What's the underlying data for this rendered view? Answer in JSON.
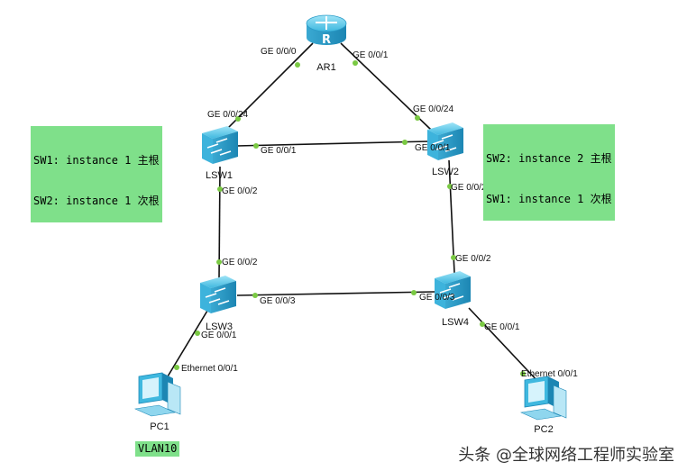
{
  "colors": {
    "link": "#111111",
    "port_dot": "#7ac943",
    "note_bg": "#7fe08a",
    "device_blue": "#4cc6e8"
  },
  "devices": {
    "ar1": {
      "name": "AR1",
      "icon": "router-icon"
    },
    "lsw1": {
      "name": "LSW1",
      "icon": "switch-icon"
    },
    "lsw2": {
      "name": "LSW2",
      "icon": "switch-icon"
    },
    "lsw3": {
      "name": "LSW3",
      "icon": "switch-icon"
    },
    "lsw4": {
      "name": "LSW4",
      "icon": "switch-icon"
    },
    "pc1": {
      "name": "PC1",
      "icon": "pc-icon"
    },
    "pc2": {
      "name": "PC2",
      "icon": "pc-icon"
    }
  },
  "links": [
    {
      "id": "ar1-lsw1",
      "a_port": "GE 0/0/0",
      "b_port": "GE 0/0/24"
    },
    {
      "id": "ar1-lsw2",
      "a_port": "GE 0/0/1",
      "b_port": "GE 0/0/24"
    },
    {
      "id": "lsw1-lsw2",
      "a_port": "GE 0/0/1",
      "b_port": "GE 0/0/1"
    },
    {
      "id": "lsw1-lsw3",
      "a_port": "GE 0/0/2",
      "b_port": "GE 0/0/2"
    },
    {
      "id": "lsw2-lsw4",
      "a_port": "GE 0/0/2",
      "b_port": "GE 0/0/2"
    },
    {
      "id": "lsw3-lsw4",
      "a_port": "GE 0/0/3",
      "b_port": "GE 0/0/3"
    },
    {
      "id": "lsw3-pc1",
      "a_port": "GE 0/0/1",
      "b_port": "Ethernet 0/0/1"
    },
    {
      "id": "lsw4-pc2",
      "a_port": "GE 0/0/1",
      "b_port": "Ethernet 0/0/1"
    }
  ],
  "notes": {
    "left": [
      "SW1: instance 1 主根",
      "SW2: instance 1 次根"
    ],
    "right": [
      "SW2: instance 2 主根",
      "SW1: instance 1 次根"
    ],
    "vlan": "VLAN10"
  },
  "watermark": "头条 @全球网络工程师实验室"
}
